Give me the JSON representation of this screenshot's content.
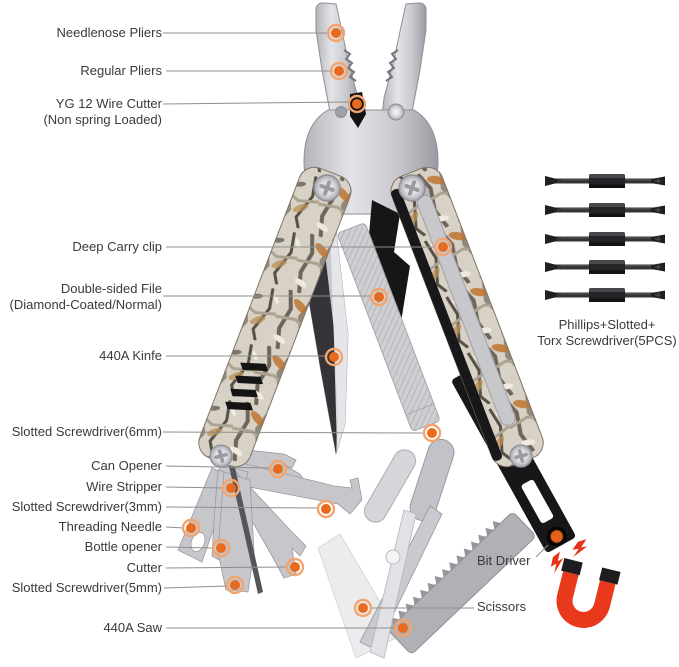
{
  "diagram": {
    "title": "multi-tool pliers callout diagram",
    "background_color": "#ffffff",
    "accent_color": "#ed7d31",
    "leader_line_color": "#8f8f8f",
    "text_color": "#3a3a3a",
    "magnet_color": "#e8391d",
    "handle_style": "camouflage",
    "bit_count": 5
  },
  "labels": {
    "needlenose_pliers": "Needlenose Pliers",
    "regular_pliers": "Regular Pliers",
    "wire_cutter_line1": "YG 12 Wire Cutter",
    "wire_cutter_line2": "(Non spring Loaded)",
    "deep_carry_clip": "Deep Carry clip",
    "file_line1": "Double-sided File",
    "file_line2": "(Diamond-Coated/Normal)",
    "knife": "440A Kinfe",
    "slotted_6mm": "Slotted Screwdriver(6mm)",
    "can_opener": "Can Opener",
    "wire_stripper": "Wire Stripper",
    "slotted_3mm": "Slotted Screwdriver(3mm)",
    "threading_needle": "Threading Needle",
    "bottle_opener": "Bottle opener",
    "cutter": "Cutter",
    "slotted_5mm": "Slotted Screwdriver(5mm)",
    "saw": "440A Saw",
    "bits_line1": "Phillips+Slotted+",
    "bits_line2": "Torx Screwdriver(5PCS)",
    "bit_driver": "Bit Driver",
    "scissors": "Scissors"
  }
}
